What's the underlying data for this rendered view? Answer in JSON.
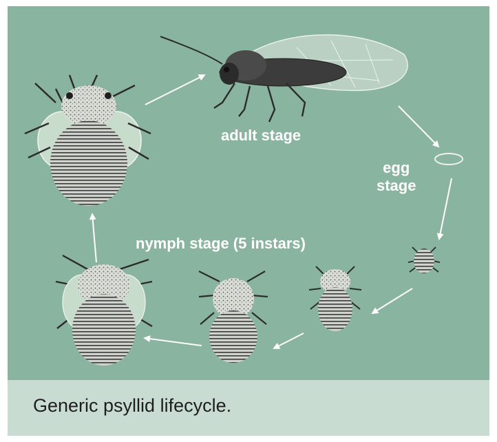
{
  "diagram": {
    "labels": {
      "adult": "adult stage",
      "egg_line1": "egg",
      "egg_line2": "stage",
      "nymph": "nymph stage (5 instars)"
    },
    "colors": {
      "background": "#89b49f",
      "caption_background": "#c8dcd1",
      "label": "#ffffff",
      "insect_dark": "#2a2a2a",
      "insect_light": "#e9ece6"
    }
  },
  "caption": {
    "text": "Generic psyllid lifecycle."
  }
}
